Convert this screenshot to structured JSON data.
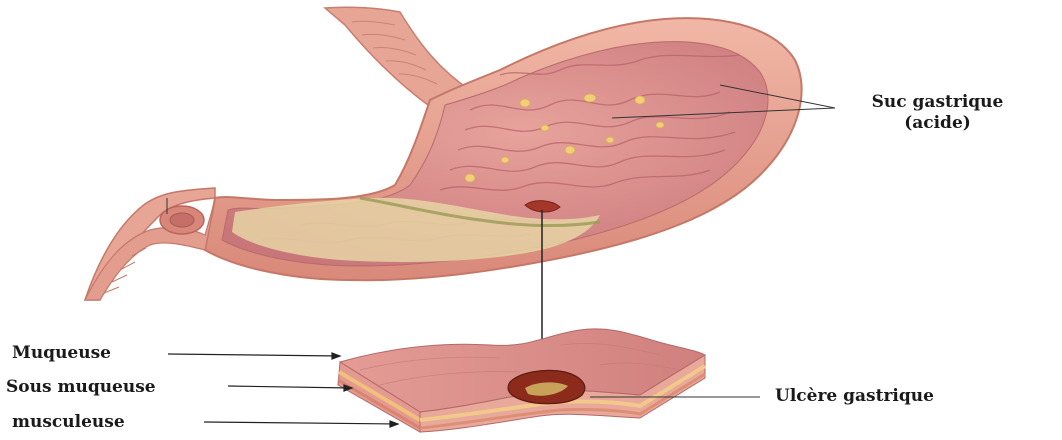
{
  "labels": {
    "suc_gastrique_line1": "Suc gastrique",
    "suc_gastrique_line2": "(acide)",
    "muqueuse": "Muqueuse",
    "sous_muqueuse": "Sous muqueuse",
    "musculeuse": "musculeuse",
    "ulcere": "Ulcère gastrique"
  },
  "colors": {
    "stomach_wall": "#e9a596",
    "stomach_wall_dark": "#cf7f74",
    "mucosa_inner": "#d98b86",
    "mucosa_fold": "#c26e6e",
    "gastric_juice": "#e8d6a0",
    "juice_droplet": "#f1d07a",
    "muscle_layer": "#e6b88a",
    "ulcer": "#8c2b1c",
    "leader_line": "#333333"
  },
  "icons": {
    "stomach": "stomach-anatomy-illustration",
    "tissue_block": "stomach-wall-cross-section",
    "ulcer": "ulcer-crater"
  }
}
